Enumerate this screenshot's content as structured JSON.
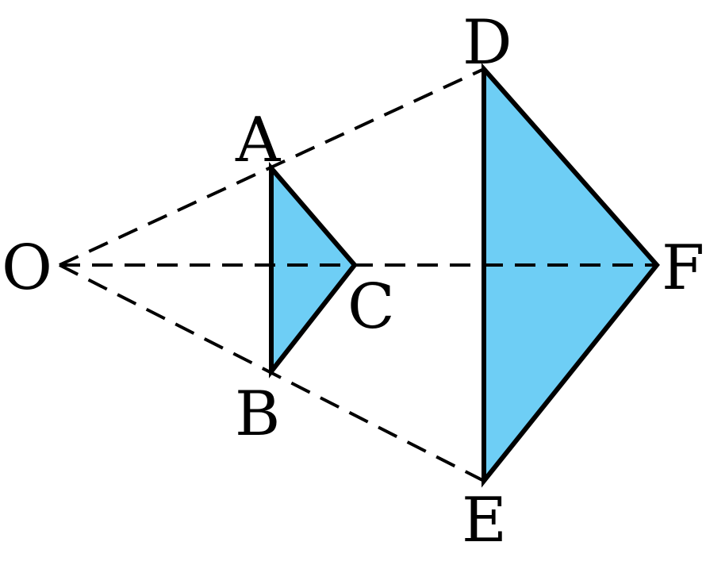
{
  "colors": {
    "fill": "#6ECEF5",
    "stroke": "#000000"
  },
  "points": {
    "O": "O",
    "A": "A",
    "B": "B",
    "C": "C",
    "D": "D",
    "E": "E",
    "F": "F"
  },
  "shapes": {
    "small_triangle": [
      "A",
      "B",
      "C"
    ],
    "large_triangle": [
      "D",
      "E",
      "F"
    ]
  },
  "dashed_rays": [
    [
      "O",
      "D"
    ],
    [
      "O",
      "F"
    ],
    [
      "O",
      "E"
    ]
  ]
}
